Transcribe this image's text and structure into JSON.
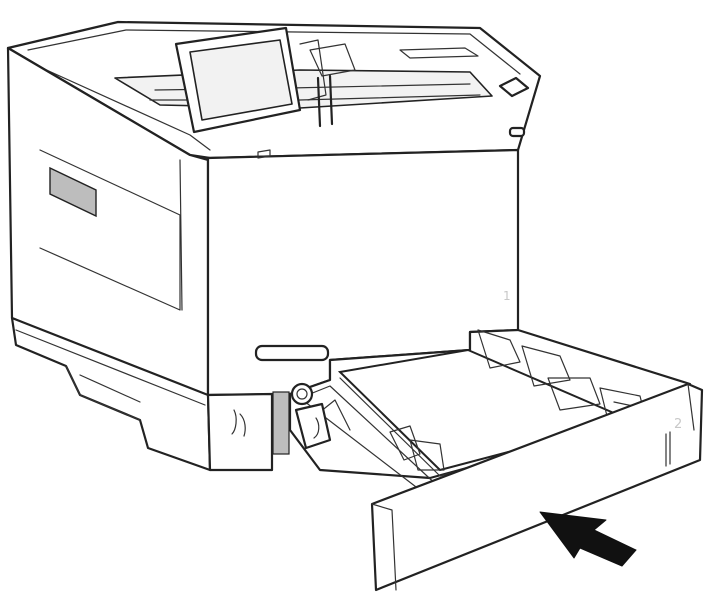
{
  "tray_labels": {
    "tray_1": "1",
    "tray_2": "2"
  },
  "instruction": {
    "arrow_direction": "push tray in"
  },
  "colors": {
    "outline": "#222222",
    "body": "#ffffff",
    "label_gray": "#c8c8c8",
    "arrow": "#111111",
    "accent_gray": "#bdbdbd"
  }
}
